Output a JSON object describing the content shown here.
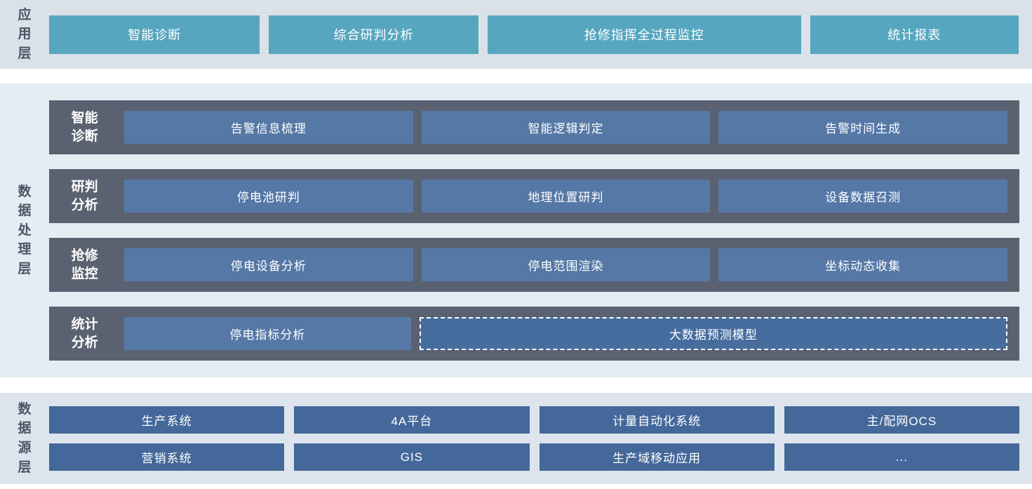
{
  "app_layer": {
    "label": "应用层",
    "buttons": [
      {
        "label": "智能诊断"
      },
      {
        "label": "综合研判分析"
      },
      {
        "label": "抢修指挥全过程监控"
      },
      {
        "label": "统计报表"
      }
    ]
  },
  "processing_layer": {
    "label": "数据处理层",
    "rows": [
      {
        "label": "智能诊断",
        "buttons": [
          "告警信息梳理",
          "智能逻辑判定",
          "告警时间生成"
        ]
      },
      {
        "label": "研判分析",
        "buttons": [
          "停电池研判",
          "地理位置研判",
          "设备数据召测"
        ]
      },
      {
        "label": "抢修监控",
        "buttons": [
          "停电设备分析",
          "停电范围渲染",
          "坐标动态收集"
        ]
      },
      {
        "label": "统计分析",
        "buttons": [
          "停电指标分析"
        ],
        "dashed_button": "大数据预测模型"
      }
    ]
  },
  "source_layer": {
    "label": "数据源层",
    "rows": [
      [
        "生产系统",
        "4A平台",
        "计量自动化系统",
        "主/配网OCS"
      ],
      [
        "营销系统",
        "GIS",
        "生产域移动应用",
        "..."
      ]
    ]
  },
  "colors": {
    "app_band_bg": "#dbe1e9",
    "app_button": "#57a6bf",
    "processing_band_bg": "#e2edf4",
    "processing_row_bg": "#5a6170",
    "processing_button": "#5578a6",
    "processing_dashed_button": "#466d9e",
    "source_band_bg": "#dee4ed",
    "source_button": "#44689a",
    "layer_label_text": "#4a5565"
  }
}
